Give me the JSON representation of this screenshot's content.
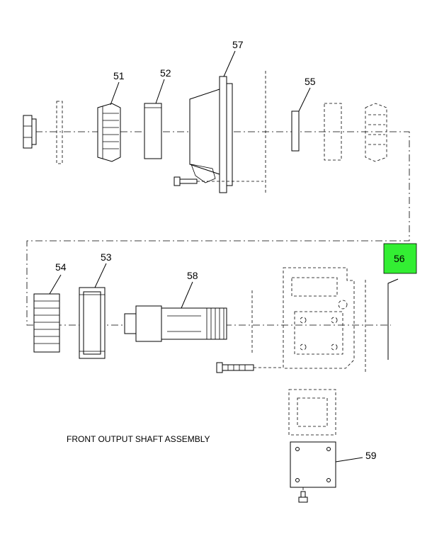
{
  "diagram": {
    "caption": "FRONT OUTPUT SHAFT ASSEMBLY",
    "highlight_color": "#33ee33",
    "callouts": {
      "c51": "51",
      "c52": "52",
      "c53": "53",
      "c54": "54",
      "c55": "55",
      "c56": "56",
      "c57": "57",
      "c58": "58",
      "c59": "59"
    },
    "highlighted_callout": "56"
  }
}
